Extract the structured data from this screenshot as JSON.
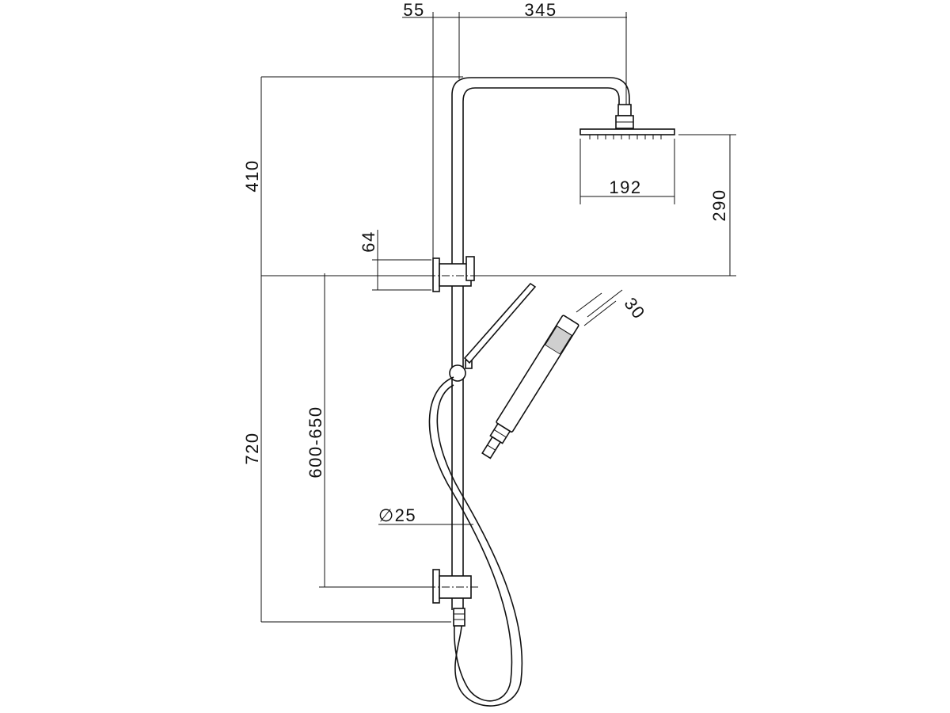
{
  "dimensions": {
    "arm_offset": "55",
    "arm_length": "345",
    "head_width": "192",
    "head_drop": "290",
    "top_height": "410",
    "bracket_spacing": "64",
    "hand_shower_diameter": "30",
    "rail_length": "720",
    "adjustable_height": "600-650",
    "rail_diameter": "∅25"
  }
}
